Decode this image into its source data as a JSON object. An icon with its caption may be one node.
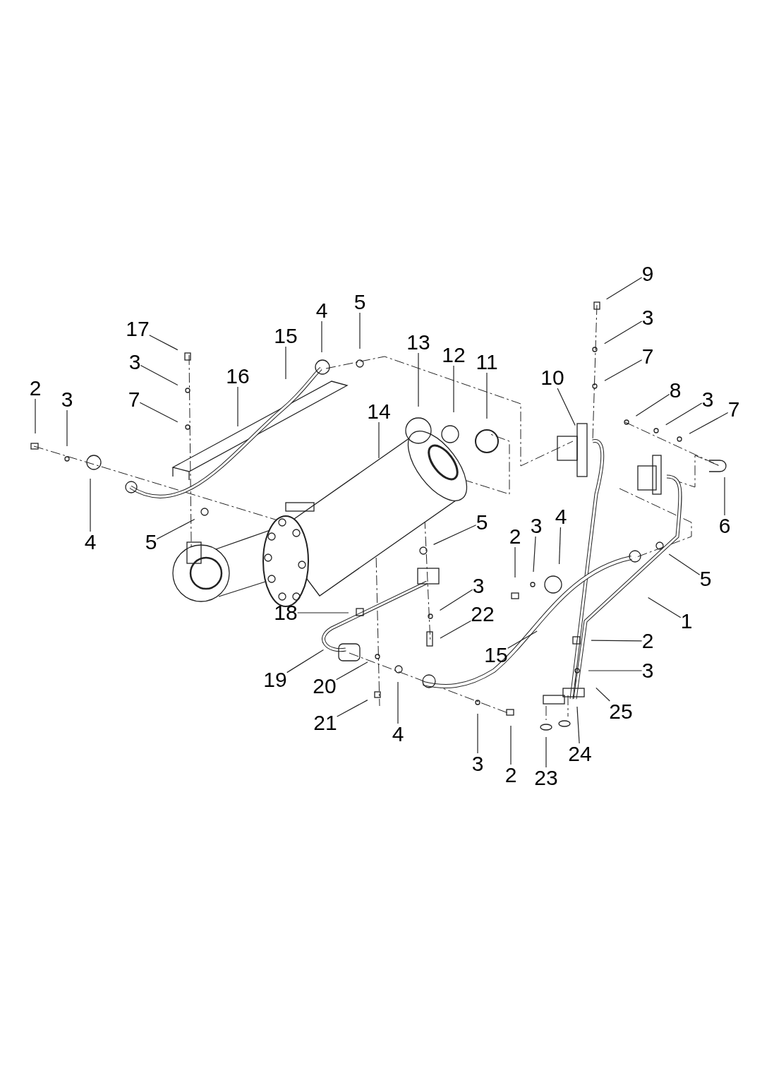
{
  "diagram": {
    "nodes": [
      {
        "text": [
          "9"
        ]
      },
      {
        "text": [
          "5"
        ]
      },
      {
        "text": [
          "4"
        ]
      },
      {
        "text": [
          "17"
        ]
      },
      {
        "text": [
          "3"
        ]
      },
      {
        "text": [
          "15"
        ]
      },
      {
        "text": [
          "13"
        ]
      },
      {
        "text": [
          "12"
        ]
      },
      {
        "text": [
          "11"
        ]
      },
      {
        "text": [
          "3"
        ]
      },
      {
        "text": [
          "7"
        ]
      },
      {
        "text": [
          "16"
        ]
      },
      {
        "text": [
          "10"
        ]
      },
      {
        "text": [
          "2"
        ]
      },
      {
        "text": [
          "8"
        ]
      },
      {
        "text": [
          "3"
        ]
      },
      {
        "text": [
          "3"
        ]
      },
      {
        "text": [
          "7"
        ]
      },
      {
        "text": [
          "14"
        ]
      },
      {
        "text": [
          "7"
        ]
      },
      {
        "text": [
          "4"
        ]
      },
      {
        "text": [
          "5"
        ]
      },
      {
        "text": [
          "6"
        ]
      },
      {
        "text": [
          "5"
        ]
      },
      {
        "text": [
          "2"
        ]
      },
      {
        "text": [
          "3"
        ]
      },
      {
        "text": [
          "4"
        ]
      },
      {
        "text": [
          "5"
        ]
      },
      {
        "text": [
          "3"
        ]
      },
      {
        "text": [
          "18"
        ]
      },
      {
        "text": [
          "22"
        ]
      },
      {
        "text": [
          "1"
        ]
      },
      {
        "text": [
          "2"
        ]
      },
      {
        "text": [
          "15"
        ]
      },
      {
        "text": [
          "19"
        ]
      },
      {
        "text": [
          "20"
        ]
      },
      {
        "text": [
          "3"
        ]
      },
      {
        "text": [
          "25"
        ]
      },
      {
        "text": [
          "21"
        ]
      },
      {
        "text": [
          "4"
        ]
      },
      {
        "text": [
          "3"
        ]
      },
      {
        "text": [
          "2"
        ]
      },
      {
        "text": [
          "23"
        ]
      },
      {
        "text": [
          "24"
        ]
      }
    ],
    "edges": [
      {
        "from": 0,
        "to": null,
        "arrow": "none"
      },
      {
        "from": 1,
        "to": null,
        "arrow": "none"
      },
      {
        "from": 2,
        "to": null,
        "arrow": "none"
      },
      {
        "from": 3,
        "to": null,
        "arrow": "none"
      },
      {
        "from": 4,
        "to": null,
        "arrow": "none"
      },
      {
        "from": 5,
        "to": null,
        "arrow": "none"
      },
      {
        "from": 6,
        "to": null,
        "arrow": "none"
      },
      {
        "from": 7,
        "to": null,
        "arrow": "none"
      },
      {
        "from": 8,
        "to": null,
        "arrow": "none"
      },
      {
        "from": 9,
        "to": null,
        "arrow": "none"
      },
      {
        "from": 10,
        "to": null,
        "arrow": "none"
      },
      {
        "from": 11,
        "to": null,
        "arrow": "none"
      },
      {
        "from": 12,
        "to": null,
        "arrow": "none"
      },
      {
        "from": 13,
        "to": null,
        "arrow": "none"
      },
      {
        "from": 14,
        "to": null,
        "arrow": "none"
      },
      {
        "from": 15,
        "to": null,
        "arrow": "none"
      },
      {
        "from": 16,
        "to": null,
        "arrow": "none"
      },
      {
        "from": 17,
        "to": null,
        "arrow": "none"
      },
      {
        "from": 18,
        "to": null,
        "arrow": "none"
      },
      {
        "from": 19,
        "to": null,
        "arrow": "none"
      },
      {
        "from": 20,
        "to": null,
        "arrow": "none"
      },
      {
        "from": 21,
        "to": null,
        "arrow": "none"
      },
      {
        "from": 22,
        "to": null,
        "arrow": "none"
      },
      {
        "from": 23,
        "to": null,
        "arrow": "none"
      },
      {
        "from": 24,
        "to": null,
        "arrow": "none"
      },
      {
        "from": 25,
        "to": null,
        "arrow": "none"
      },
      {
        "from": 26,
        "to": null,
        "arrow": "none"
      },
      {
        "from": 27,
        "to": null,
        "arrow": "none"
      },
      {
        "from": 28,
        "to": null,
        "arrow": "none"
      },
      {
        "from": 29,
        "to": null,
        "arrow": "none"
      },
      {
        "from": 30,
        "to": null,
        "arrow": "none"
      },
      {
        "from": 31,
        "to": null,
        "arrow": "none"
      },
      {
        "from": 32,
        "to": null,
        "arrow": "none"
      },
      {
        "from": 33,
        "to": null,
        "arrow": "none"
      },
      {
        "from": 34,
        "to": null,
        "arrow": "none"
      },
      {
        "from": 35,
        "to": null,
        "arrow": "none"
      },
      {
        "from": 36,
        "to": null,
        "arrow": "none"
      },
      {
        "from": 37,
        "to": null,
        "arrow": "none"
      },
      {
        "from": 38,
        "to": null,
        "arrow": "none"
      },
      {
        "from": 39,
        "to": null,
        "arrow": "none"
      },
      {
        "from": 40,
        "to": null,
        "arrow": "none"
      },
      {
        "from": 41,
        "to": null,
        "arrow": "none"
      },
      {
        "from": 42,
        "to": null,
        "arrow": "none"
      },
      {
        "from": 43,
        "to": null,
        "arrow": "none"
      }
    ]
  }
}
